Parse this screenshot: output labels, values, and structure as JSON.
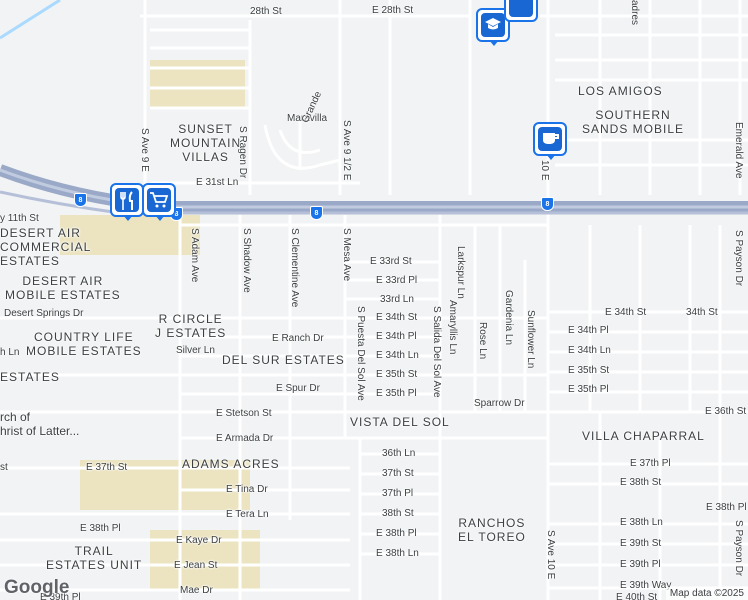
{
  "map": {
    "attribution": "Map data ©2025",
    "logo": "Google",
    "colors": {
      "background": "#f1f3f4",
      "road": "#ffffff",
      "highway": "#9aa9c7",
      "park": "#e6ddb4",
      "poi": "#1967d2"
    }
  },
  "areas": {
    "los_amigos": "LOS AMIGOS",
    "southern_sands": "SOUTHERN\nSANDS MOBILE",
    "sunset_mountain": "SUNSET\nMOUNTAIN\nVILLAS",
    "desert_air_commercial": "DESERT AIR\nCOMMERCIAL\nESTATES",
    "desert_air_mobile": "DESERT AIR\nMOBILE ESTATES",
    "r_circle": "R CIRCLE\nJ ESTATES",
    "country_life": "COUNTRY LIFE\nMOBILE ESTATES",
    "del_sur": "DEL SUR ESTATES",
    "estates": "ESTATES",
    "vista_del_sol": "VISTA DEL SOL",
    "villa_chaparral": "VILLA CHAPARRAL",
    "adams_acres": "ADAMS ACRES",
    "ranchos": "RANCHOS\nEL TOREO",
    "trail_estates": "TRAIL\nESTATES UNIT"
  },
  "streets": {
    "e_28th_st": "E 28th St",
    "w_28th_st": "28th St",
    "maravilla": "Maravilla",
    "grande": "Grande",
    "s_ave_9_half_e": "S Ave 9 1/2 E",
    "s_ave_9_e": "S Ave 9 E",
    "s_ragen_dr": "S Ragen Dr",
    "e_31st_ln": "E 31st Ln",
    "e_11th_st": "y 11th St",
    "e_33rd_st": "E 33rd St",
    "e_33rd_pl": "E 33rd Pl",
    "e_33rd_ln": "33rd Ln",
    "e_34th_st": "E 34th St",
    "e_34th_pl": "E 34th Pl",
    "e_34th_ln": "E 34th Ln",
    "e_35th_st": "E 35th St",
    "e_35th_pl": "E 35th Pl",
    "e_34th_st_r": "E 34th St",
    "st_34th": "34th St",
    "e_34th_pl_r": "E 34th Pl",
    "e_34th_ln_r": "E 34th Ln",
    "e_35th_st_r": "E 35th St",
    "e_35th_pl_r": "E 35th Pl",
    "sparrow_dr": "Sparrow Dr",
    "e_36th_st": "E 36th St",
    "s_adam_ave": "S Adam Ave",
    "s_shadow_ave": "S Shadow Ave",
    "s_clementine_ave": "S Clementine Ave",
    "s_mesa_ave": "S Mesa Ave",
    "s_puesta_del_sol_ave": "S Puesta Del Sol Ave",
    "s_salida_del_sol_ave": "S Salida Del Sol Ave",
    "amaryllis_ln": "Amaryllis Ln",
    "larkspur_ln": "Larkspur Ln",
    "rose_ln": "Rose Ln",
    "gardenia_ln": "Gardenia Ln",
    "sunflower_ln": "Sunflower Ln",
    "emerald_ave": "Emerald Ave",
    "s_payson_dr": "S Payson Dr",
    "s_ave_10e": "S Ave 10 E",
    "ave_10e_top": "10 E",
    "padres": "adres",
    "desert_springs_dr": "Desert Springs Dr",
    "silver_ln": "Silver Ln",
    "h_ln": "h Ln",
    "e_ranch_dr": "E Ranch Dr",
    "e_spur_dr": "E Spur Dr",
    "e_stetson_st": "E Stetson St",
    "e_armada_dr": "E Armada Dr",
    "church": "rch of\nhrist of Latter...",
    "e_37th_st": "E 37th St",
    "st_37": "st",
    "e_tina_dr": "E Tina Dr",
    "e_tera_ln": "E Tera Ln",
    "e_38th_pl_w": "E 38th Pl",
    "e_kaye_dr": "E Kaye Dr",
    "e_jean_st": "E Jean St",
    "mae_dr": "Mae Dr",
    "e_39th_pl_w": "E 39th Pl",
    "st_36th_ln": "36th Ln",
    "st_37th_st": "37th St",
    "st_37th_pl": "37th Pl",
    "st_38th_st": "38th St",
    "e_38th_pl_c": "E 38th Pl",
    "e_38th_ln_c": "E 38th Ln",
    "e_37th_pl_r": "E 37th Pl",
    "e_38th_st_r": "E 38th St",
    "e_38th_ln_r": "E 38th Ln",
    "e_39th_st_r": "E 39th St",
    "e_39th_pl_r": "E 39th Pl",
    "e_39th_way_r": "E 39th Way",
    "e_38th_pl_r": "E 38th Pl",
    "s_payson_dr_2": "S Payson Dr",
    "e_40th_r": "E 40th St"
  },
  "highway": {
    "shield": "8"
  },
  "pois": {
    "school": "school-icon",
    "cafe": "coffee-icon",
    "restaurant": "fork-knife-icon",
    "shopping": "shopping-cart-icon"
  }
}
